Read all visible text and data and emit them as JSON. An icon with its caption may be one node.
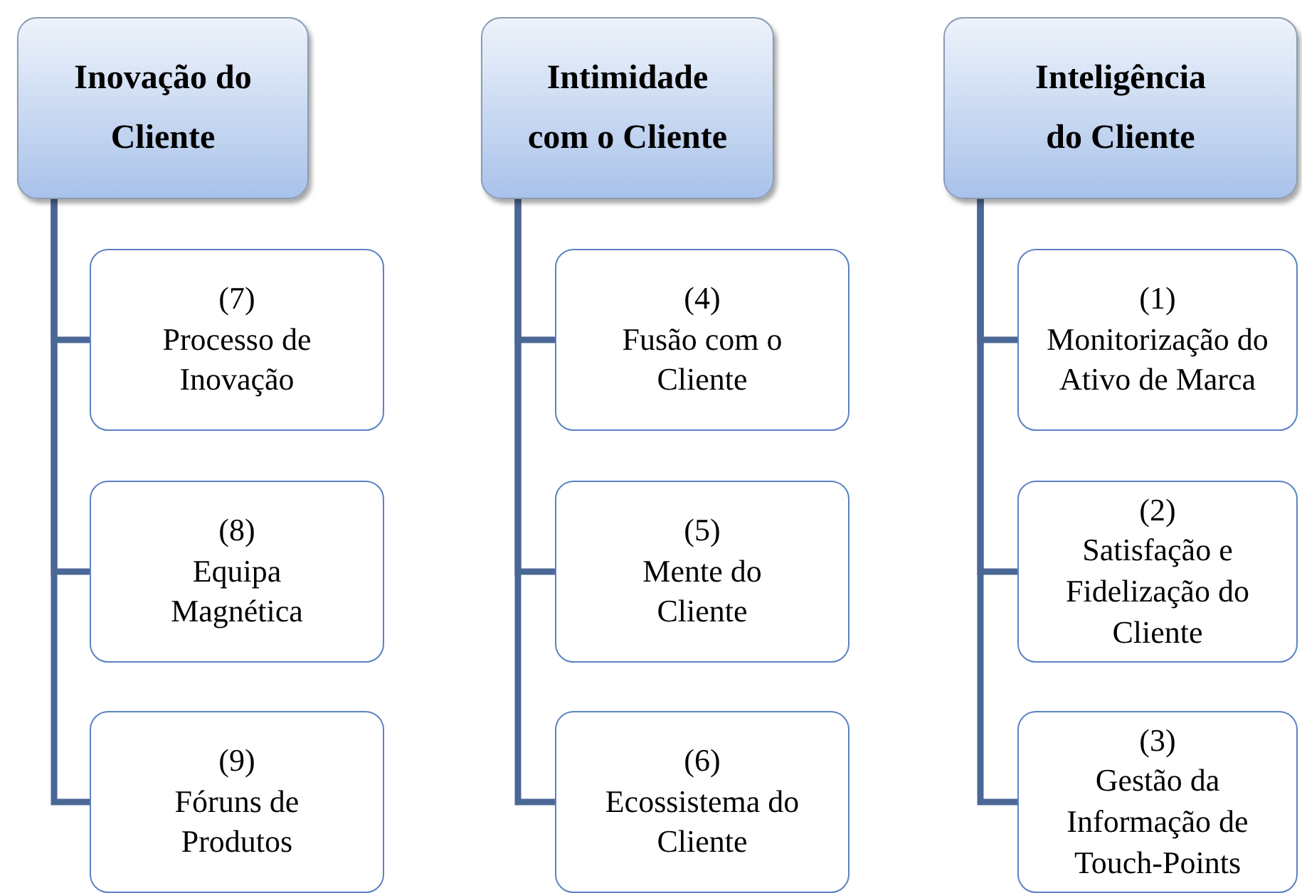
{
  "diagram": {
    "nodes": [
      {
        "text": [
          "Inovação do Cliente"
        ]
      },
      {
        "text": [
          "(7)",
          "Processo de Inovação"
        ]
      },
      {
        "text": [
          "(8)",
          "Equipa Magnética"
        ]
      },
      {
        "text": [
          "(9)",
          "Fóruns de Produtos"
        ]
      },
      {
        "text": [
          "Intimidade com o Cliente"
        ]
      },
      {
        "text": [
          "(4)",
          "Fusão com o Cliente"
        ]
      },
      {
        "text": [
          "(5)",
          "Mente do Cliente"
        ]
      },
      {
        "text": [
          "(6)",
          "Ecossistema do Cliente"
        ]
      },
      {
        "text": [
          "Inteligência do Cliente"
        ]
      },
      {
        "text": [
          "(1)",
          "Monitorização do Ativo de Marca"
        ]
      },
      {
        "text": [
          "(2)",
          "Satisfação e Fidelização do Cliente"
        ]
      },
      {
        "text": [
          "(3)",
          "Gestão da Informação de Touch-Points"
        ]
      }
    ],
    "edges": [
      {
        "from": 0,
        "to": 1,
        "arrow": "none"
      },
      {
        "from": 0,
        "to": 2,
        "arrow": "none"
      },
      {
        "from": 0,
        "to": 3,
        "arrow": "none"
      },
      {
        "from": 4,
        "to": 5,
        "arrow": "none"
      },
      {
        "from": 4,
        "to": 6,
        "arrow": "none"
      },
      {
        "from": 4,
        "to": 7,
        "arrow": "none"
      },
      {
        "from": 8,
        "to": 9,
        "arrow": "none"
      },
      {
        "from": 8,
        "to": 10,
        "arrow": "none"
      },
      {
        "from": 8,
        "to": 11,
        "arrow": "none"
      }
    ]
  }
}
